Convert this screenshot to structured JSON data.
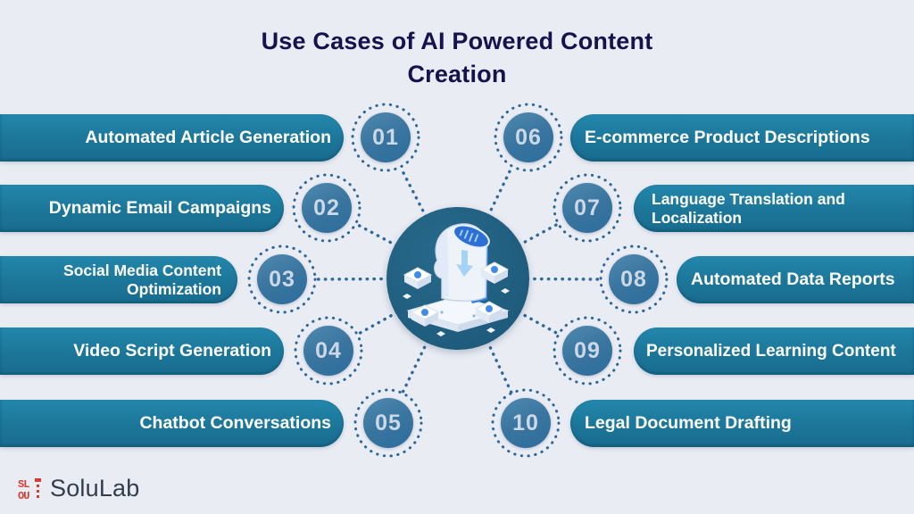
{
  "title": {
    "line1": "Use Cases of AI Powered Content",
    "line2": "Creation"
  },
  "items": [
    {
      "number": "01",
      "label": "Automated Article Generation"
    },
    {
      "number": "02",
      "label": "Dynamic Email Campaigns"
    },
    {
      "number": "03",
      "label": "Social Media Content Optimization"
    },
    {
      "number": "04",
      "label": "Video Script Generation"
    },
    {
      "number": "05",
      "label": "Chatbot Conversations"
    },
    {
      "number": "06",
      "label": "E-commerce Product Descriptions"
    },
    {
      "number": "07",
      "label": "Language Translation and Localization"
    },
    {
      "number": "08",
      "label": "Automated Data Reports"
    },
    {
      "number": "09",
      "label": "Personalized Learning Content"
    },
    {
      "number": "10",
      "label": "Legal Document Drafting"
    }
  ],
  "center": {
    "illustration": "ai-head-on-platform-with-connected-devices"
  },
  "footer": {
    "brand": "SoluLab"
  },
  "colors": {
    "background": "#eaecf4",
    "banner_teal": "#1d7c9e",
    "number_circle": "#39759f",
    "number_text": "#ccd8e6",
    "dotted_blue": "#2c679c",
    "center_circle": "#215f80",
    "title_navy": "#15124e",
    "logo_red": "#d93a32",
    "logo_text": "#323d4d"
  }
}
